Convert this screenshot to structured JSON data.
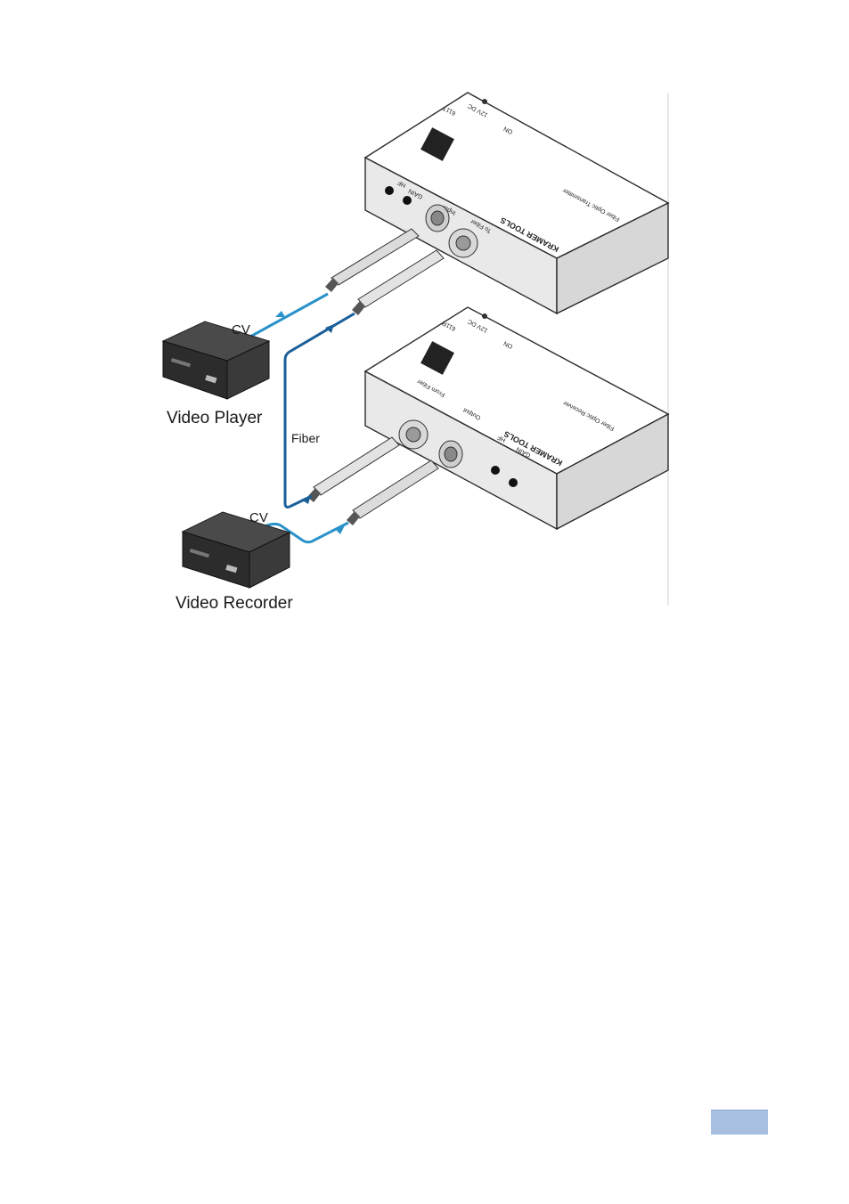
{
  "labels": {
    "cv_top": "CV",
    "video_player": "Video Player",
    "fiber": "Fiber",
    "cv_bottom": "CV",
    "video_recorder": "Video Recorder"
  },
  "transmitter": {
    "model": "611T",
    "power": "12V DC",
    "on": "ON",
    "hf": "HF",
    "gain": "GAIN",
    "input": "Input",
    "to_fiber": "To Fiber",
    "brand": "KRAMER TOOLS",
    "description": "Fiber Optic Transmitter"
  },
  "receiver": {
    "model": "611R",
    "power": "12V DC",
    "on": "ON",
    "from_fiber": "From Fiber",
    "output": "Output",
    "hf": "HF",
    "gain": "GAIN",
    "brand": "KRAMER TOOLS",
    "description": "Fiber Optic Receiver"
  },
  "colors": {
    "cv_cable": "#2a92c9",
    "fiber_cable": "#1b5f99",
    "device_body": "#ffffff",
    "device_outline": "#2b2b2b",
    "page_tab": "#a7bfe0"
  }
}
